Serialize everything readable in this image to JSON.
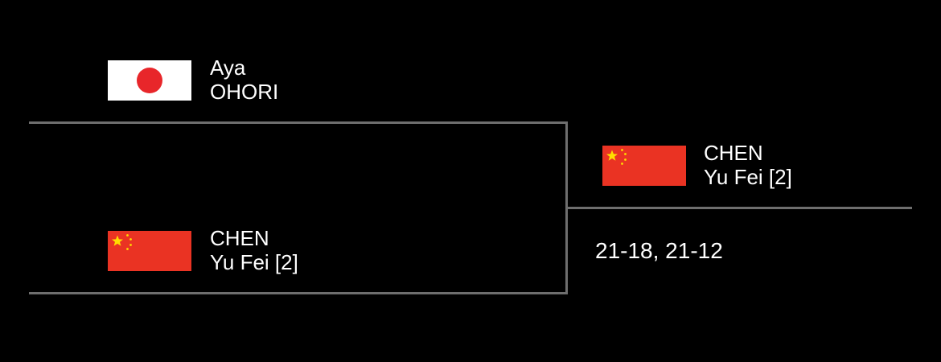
{
  "bracket": {
    "match": {
      "top_player": {
        "first_name": "Aya",
        "last_name": "OHORI",
        "country_flag_icon": "japan-flag-icon"
      },
      "bottom_player": {
        "first_name": "CHEN",
        "last_name": "Yu Fei [2]",
        "country_flag_icon": "china-flag-icon"
      }
    },
    "winner": {
      "first_name": "CHEN",
      "last_name": "Yu Fei [2]",
      "country_flag_icon": "china-flag-icon"
    },
    "score": "21-18, 21-12"
  },
  "colors": {
    "background": "#000000",
    "text": "#ffffff",
    "bracket_line": "#6e6e6e",
    "japan_white": "#ffffff",
    "japan_red": "#e8262a",
    "china_red": "#ea3323",
    "china_yellow": "#ffde00"
  }
}
